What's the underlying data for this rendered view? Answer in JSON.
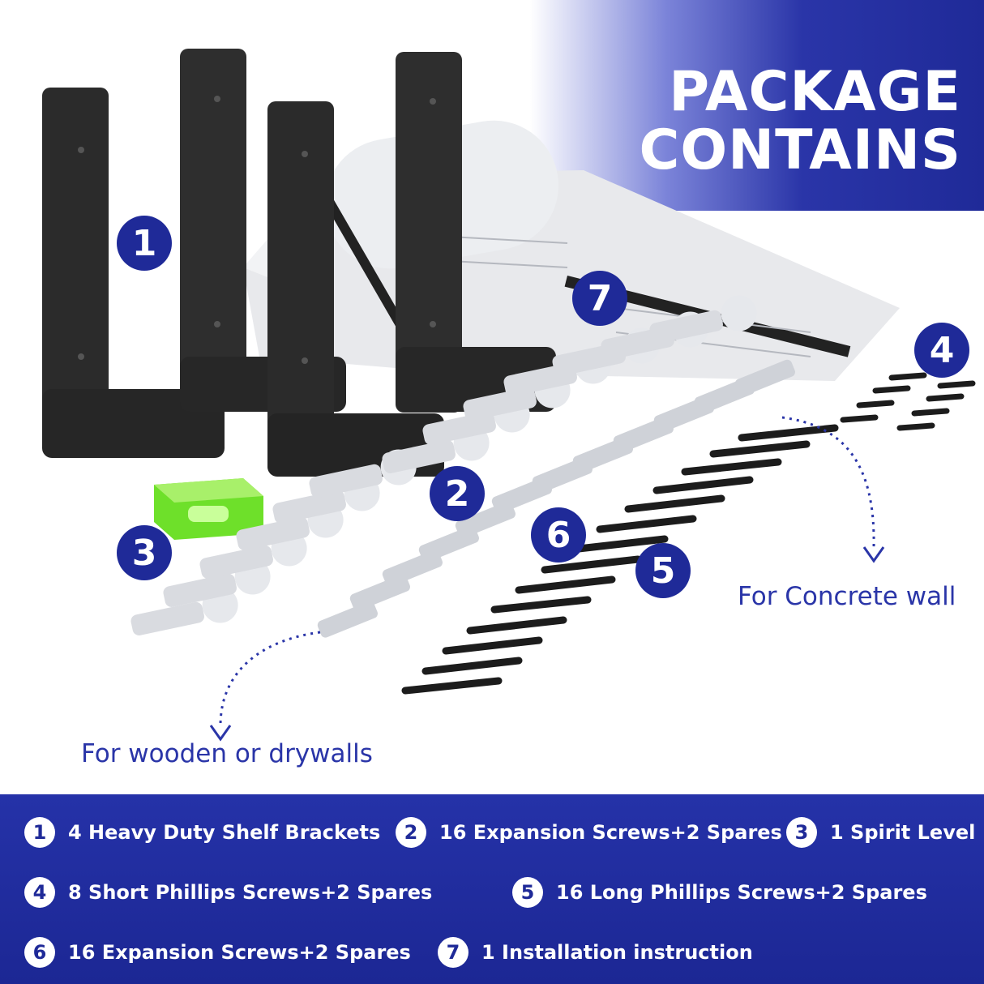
{
  "header": {
    "title_line1": "PACKAGE",
    "title_line2": "CONTAINS"
  },
  "markers": [
    "1",
    "2",
    "3",
    "4",
    "5",
    "6",
    "7"
  ],
  "notes": {
    "concrete": "For Concrete wall",
    "wood": "For wooden or drywalls"
  },
  "items": [
    {
      "num": "1",
      "label": "4 Heavy Duty Shelf Brackets"
    },
    {
      "num": "2",
      "label": "16 Expansion Screws+2 Spares"
    },
    {
      "num": "3",
      "label": "1 Spirit Level"
    },
    {
      "num": "4",
      "label": "8 Short Phillips Screws+2 Spares"
    },
    {
      "num": "5",
      "label": "16 Long Phillips Screws+2 Spares"
    },
    {
      "num": "6",
      "label": "16 Expansion Screws+2 Spares"
    },
    {
      "num": "7",
      "label": "1 Installation instruction"
    }
  ],
  "colors": {
    "brand_blue": "#1f2a98",
    "bracket": "#2b2b2b",
    "level_green": "#6ee02a",
    "anchor_gray": "#d9dbe0"
  }
}
